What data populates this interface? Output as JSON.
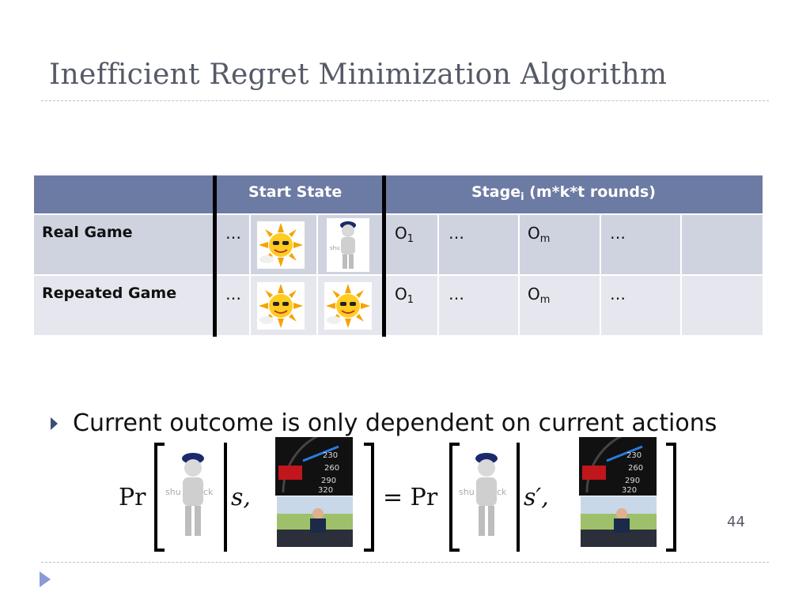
{
  "slide": {
    "title": "Inefficient Regret Minimization Algorithm",
    "page_number": "44"
  },
  "table": {
    "header": {
      "start_state": "Start State",
      "stage_prefix": "Stage",
      "stage_sub": "i",
      "stage_suffix": " (m*k*t rounds)"
    },
    "rows": [
      {
        "label": "Real Game",
        "ellipsis_1": "…",
        "images": [
          "sun-icon",
          "police-figure-icon"
        ],
        "o1_prefix": "O",
        "o1_sub": "1",
        "ellipsis_2": "…",
        "om_prefix": "O",
        "om_sub": "m",
        "ellipsis_3": "…"
      },
      {
        "label": "Repeated Game",
        "ellipsis_1": "…",
        "images": [
          "sun-icon",
          "sun-icon"
        ],
        "o1_prefix": "O",
        "o1_sub": "1",
        "ellipsis_2": "…",
        "om_prefix": "O",
        "om_sub": "m",
        "ellipsis_3": "…"
      }
    ]
  },
  "bullet": {
    "text": "Current outcome is only dependent on current actions"
  },
  "formula": {
    "left_pr": "Pr",
    "left_state": "s,",
    "equals": "= Pr",
    "right_state": "s′,",
    "images": [
      "police-figure-icon",
      "speedometer-icon",
      "police-officer-photo"
    ]
  },
  "colors": {
    "header_bg": "#6c7ba3",
    "row1_bg": "#cfd3e0",
    "row2_bg": "#e6e7ee",
    "title_color": "#555a66",
    "bullet_arrow": "#3c4c78"
  }
}
